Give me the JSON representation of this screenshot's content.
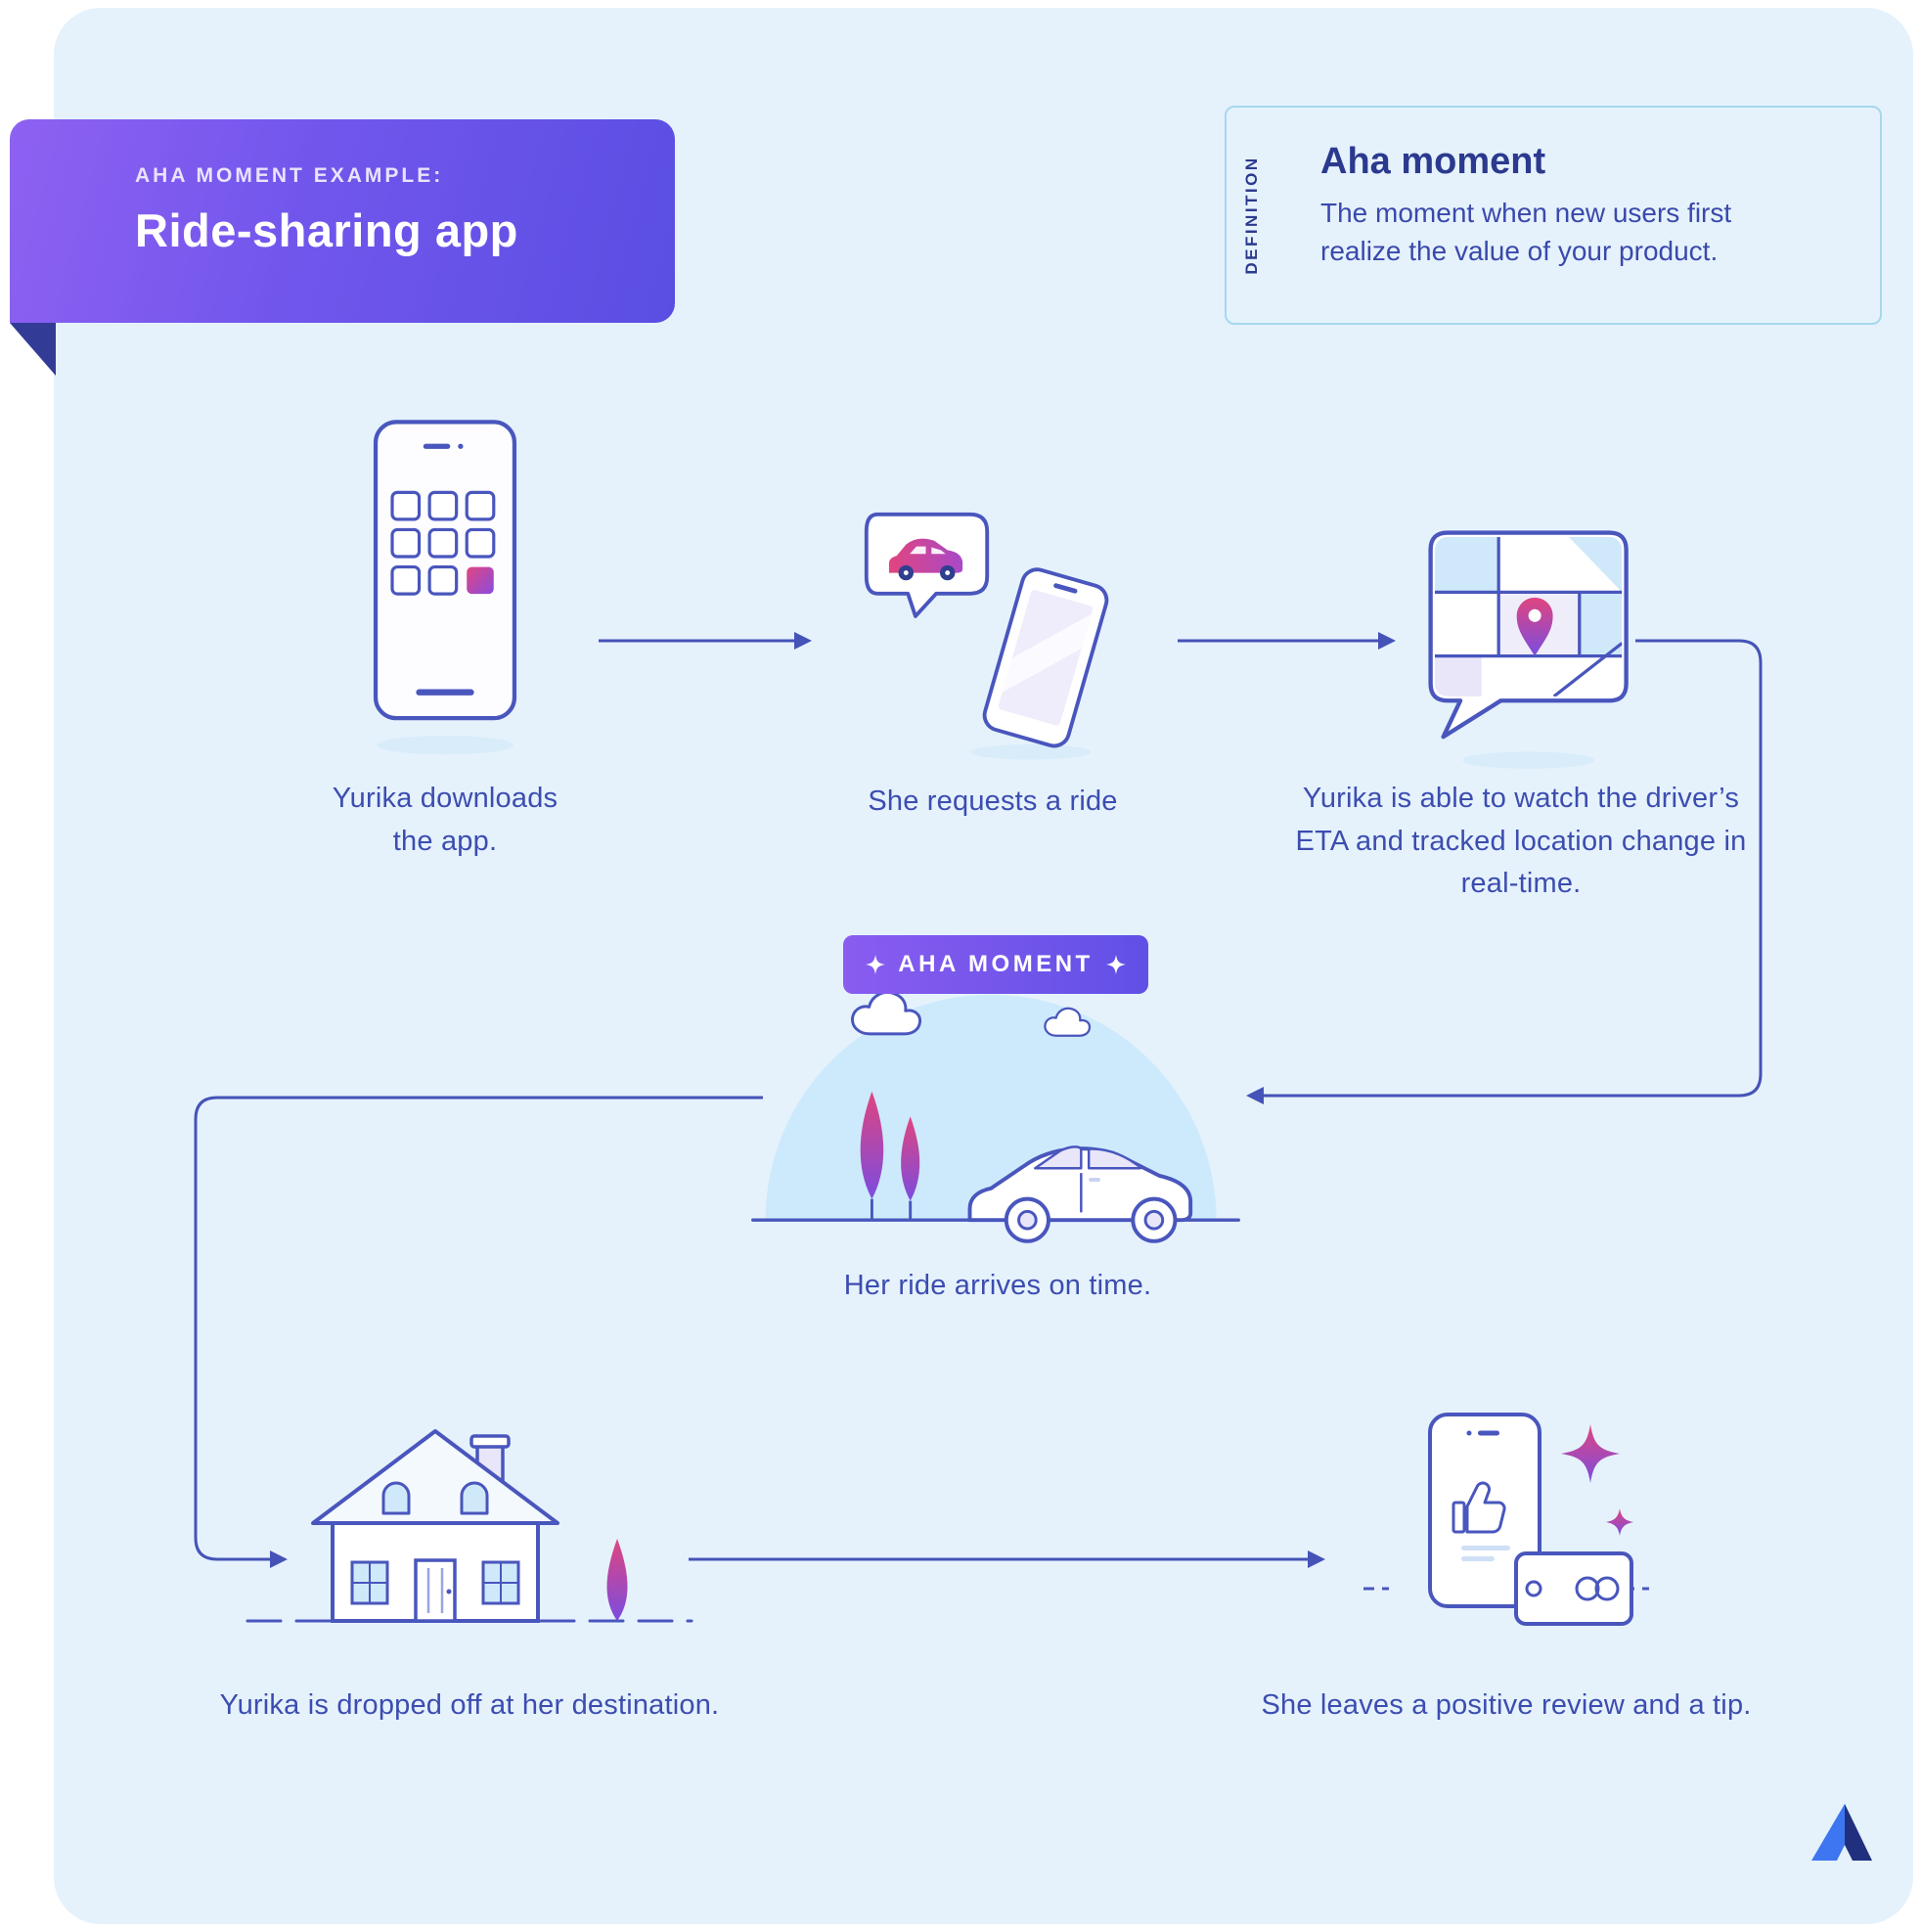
{
  "ribbon": {
    "eyebrow": "AHA MOMENT EXAMPLE:",
    "title": "Ride-sharing app"
  },
  "definition": {
    "side_label": "DEFINITION",
    "title": "Aha moment",
    "body": "The moment when new users first realize the value of your product."
  },
  "aha_badge": {
    "label": "AHA MOMENT"
  },
  "steps": {
    "download": {
      "caption": "Yurika downloads the app."
    },
    "request": {
      "caption": "She requests a ride"
    },
    "track": {
      "caption": "Yurika is able to watch the driver’s ETA and tracked location change in real-time."
    },
    "arrive": {
      "caption": "Her ride arrives on time."
    },
    "dropoff": {
      "caption": "Yurika is dropped off at her destination."
    },
    "review": {
      "caption": "She leaves a positive review and a tip."
    }
  },
  "colors": {
    "card_bg": "#e5f2fc",
    "ink": "#4956bd",
    "caption": "#3c4db0",
    "accent_pink": "#e0457f",
    "accent_purple": "#7b4ce0",
    "ribbon_gradient_from": "#8e61f2",
    "ribbon_gradient_to": "#5a4ee2"
  }
}
